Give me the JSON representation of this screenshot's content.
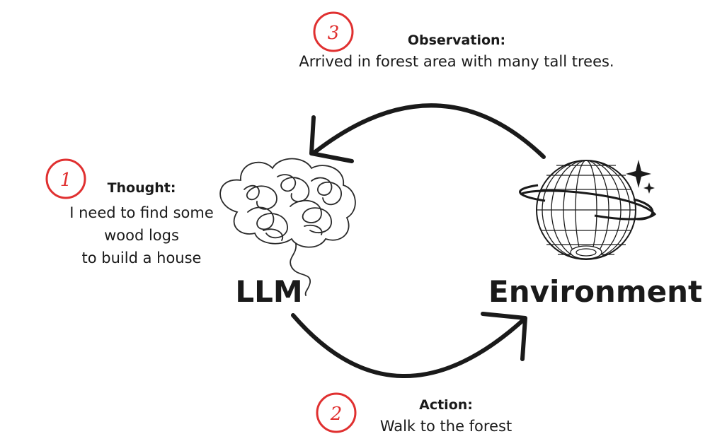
{
  "observation": {
    "step": "3",
    "title": "Observation:",
    "body": "Arrived in forest area with many tall trees."
  },
  "thought": {
    "step": "1",
    "title": "Thought:",
    "lines": [
      "I need to find some",
      "wood logs",
      "to build a house"
    ]
  },
  "action": {
    "step": "2",
    "title": "Action:",
    "body": "Walk to the forest"
  },
  "nodes": {
    "llm": "LLM",
    "environment": "Environment"
  },
  "colors": {
    "badge": "#e03030",
    "ink": "#1a1a1a"
  },
  "icons": {
    "llm": "brain-icon",
    "environment": "globe-icon"
  }
}
